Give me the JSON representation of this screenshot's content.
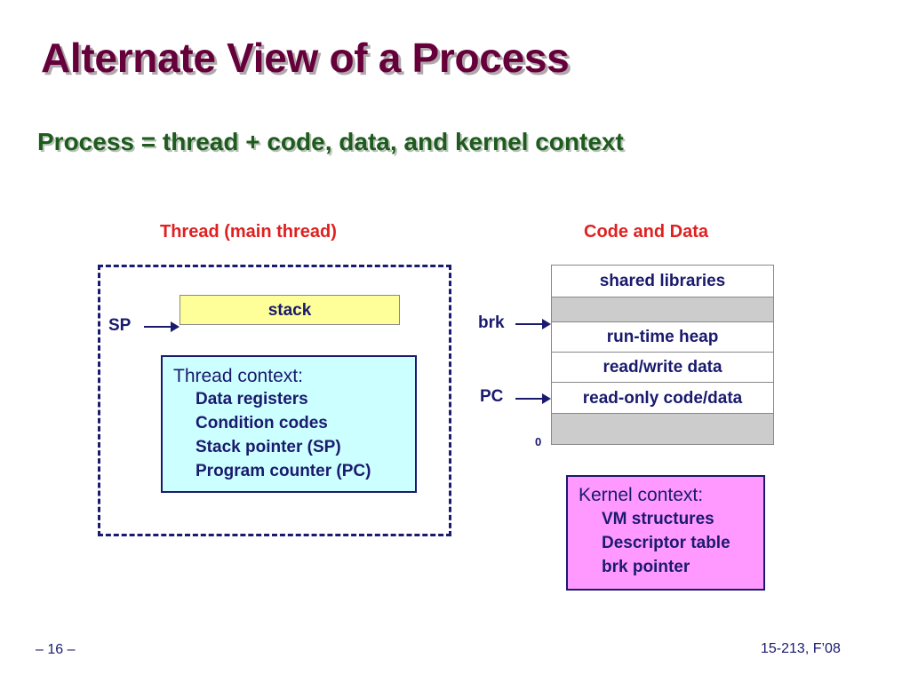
{
  "title": "Alternate View of a Process",
  "subtitle": "Process = thread + code, data, and kernel context",
  "thread_section": {
    "heading": "Thread (main thread)",
    "stack_label": "stack",
    "sp_label": "SP",
    "context": {
      "heading": "Thread context:",
      "items": [
        "Data registers",
        "Condition codes",
        "Stack pointer (SP)",
        "Program counter (PC)"
      ]
    }
  },
  "code_data_section": {
    "heading": "Code and Data",
    "segments": [
      {
        "label": "shared libraries",
        "fill": "#ffffff"
      },
      {
        "label": "",
        "fill": "#cccccc"
      },
      {
        "label": "run-time heap",
        "fill": "#ffffff"
      },
      {
        "label": "read/write data",
        "fill": "#ffffff"
      },
      {
        "label": "read-only code/data",
        "fill": "#ffffff"
      },
      {
        "label": "",
        "fill": "#cccccc"
      }
    ],
    "brk_label": "brk",
    "pc_label": "PC",
    "zero_label": "0"
  },
  "kernel_context": {
    "heading": "Kernel context:",
    "items": [
      "VM structures",
      "Descriptor table",
      "brk pointer"
    ]
  },
  "footer": {
    "page": "– 16 –",
    "course": "15-213, F’08"
  }
}
